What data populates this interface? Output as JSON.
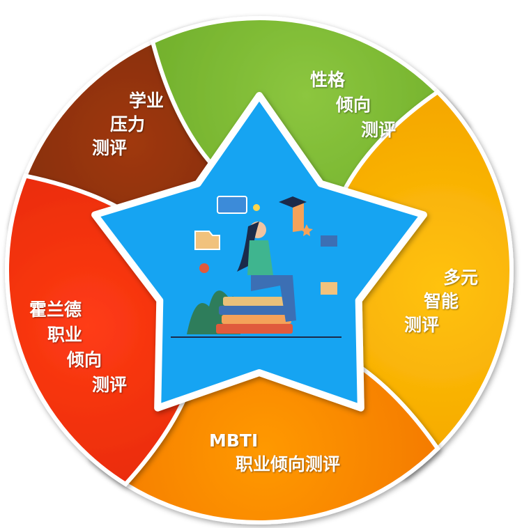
{
  "segments": [
    {
      "id": "academic-stress",
      "lines": [
        "学业",
        "压力",
        "测评"
      ],
      "color": "#a0380c",
      "color2": "#7a2a06"
    },
    {
      "id": "personality",
      "lines": [
        "性格",
        "倾向",
        "测评"
      ],
      "color": "#8cc63f",
      "color2": "#6fae2a"
    },
    {
      "id": "multiple-intelligence",
      "lines": [
        "多元",
        "智能",
        "测评"
      ],
      "color": "#ffc20e",
      "color2": "#f5a800"
    },
    {
      "id": "mbti",
      "lines": [
        "MBTI",
        "职业倾向测评"
      ],
      "color": "#ff9900",
      "color2": "#f47a00"
    },
    {
      "id": "holland",
      "lines": [
        "霍兰德",
        "职业",
        "倾向",
        "测评"
      ],
      "color": "#ff3c14",
      "color2": "#e82a0a"
    }
  ],
  "star": {
    "color": "#19a4f2",
    "border": "#ffffff"
  }
}
